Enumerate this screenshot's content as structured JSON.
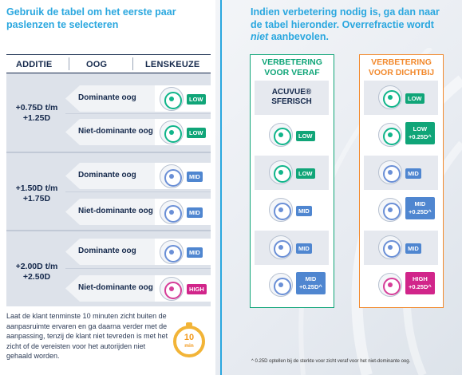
{
  "left": {
    "heading": "Gebruik de tabel om het eerste paar paslenzen te selecteren",
    "columns": [
      "ADDITIE",
      "OOG",
      "LENSKEUZE"
    ],
    "groups": [
      {
        "addition": "+0.75D t/m +1.25D",
        "rows": [
          {
            "eye": "Dominante oog",
            "badge": "LOW",
            "color": "green"
          },
          {
            "eye": "Niet-dominante oog",
            "badge": "LOW",
            "color": "green"
          }
        ]
      },
      {
        "addition": "+1.50D t/m +1.75D",
        "rows": [
          {
            "eye": "Dominante oog",
            "badge": "MID",
            "color": "blue"
          },
          {
            "eye": "Niet-dominante oog",
            "badge": "MID",
            "color": "blue"
          }
        ]
      },
      {
        "addition": "+2.00D t/m +2.50D",
        "rows": [
          {
            "eye": "Dominante oog",
            "badge": "MID",
            "color": "blue"
          },
          {
            "eye": "Niet-dominante oog",
            "badge": "HIGH",
            "color": "pink"
          }
        ]
      }
    ],
    "note": "Laat de klant tenminste 10 minuten zicht buiten de aanpasruimte ervaren en ga daarna verder met de aanpassing, tenzij de klant niet tevreden is met het zicht of de vereisten voor het autorijden niet gehaald worden.",
    "timer": {
      "value": "10",
      "unit": "min"
    }
  },
  "right": {
    "heading_part1": "Indien verbetering nodig is, ga dan naar de tabel hieronder. Overrefractie wordt ",
    "heading_em": "niet",
    "heading_part2": " aanbevolen.",
    "far": {
      "title": "VERBETERING VOOR VERAF",
      "cells": [
        {
          "type": "text",
          "text": "ACUVUE® SFERISCH"
        },
        {
          "badge": "LOW",
          "sub": "",
          "color": "green"
        },
        {
          "badge": "LOW",
          "sub": "",
          "color": "green"
        },
        {
          "badge": "MID",
          "sub": "",
          "color": "blue"
        },
        {
          "badge": "MID",
          "sub": "",
          "color": "blue"
        },
        {
          "badge": "MID",
          "sub": "+0.25D^",
          "color": "blue"
        }
      ]
    },
    "near": {
      "title": "VERBETERING VOOR DICHTBIJ",
      "cells": [
        {
          "badge": "LOW",
          "sub": "",
          "color": "green"
        },
        {
          "badge": "LOW",
          "sub": "+0.25D^",
          "color": "green"
        },
        {
          "badge": "MID",
          "sub": "",
          "color": "blue"
        },
        {
          "badge": "MID",
          "sub": "+0.25D^",
          "color": "blue"
        },
        {
          "badge": "MID",
          "sub": "",
          "color": "blue"
        },
        {
          "badge": "HIGH",
          "sub": "+0.25D^",
          "color": "pink"
        }
      ]
    },
    "footnote": "^ 0.25D optellen bij de sterkte voor zicht veraf voor het niet-dominante oog."
  },
  "colors": {
    "accent": "#2aa7df",
    "far_border": "#10a578",
    "near_border": "#f28a2e",
    "navy": "#14284b",
    "green": "#10a578",
    "blue": "#4f86d0",
    "pink": "#d1258a"
  },
  "icons": {
    "lens": "contact-lens-icon",
    "timer": "stopwatch-icon"
  }
}
